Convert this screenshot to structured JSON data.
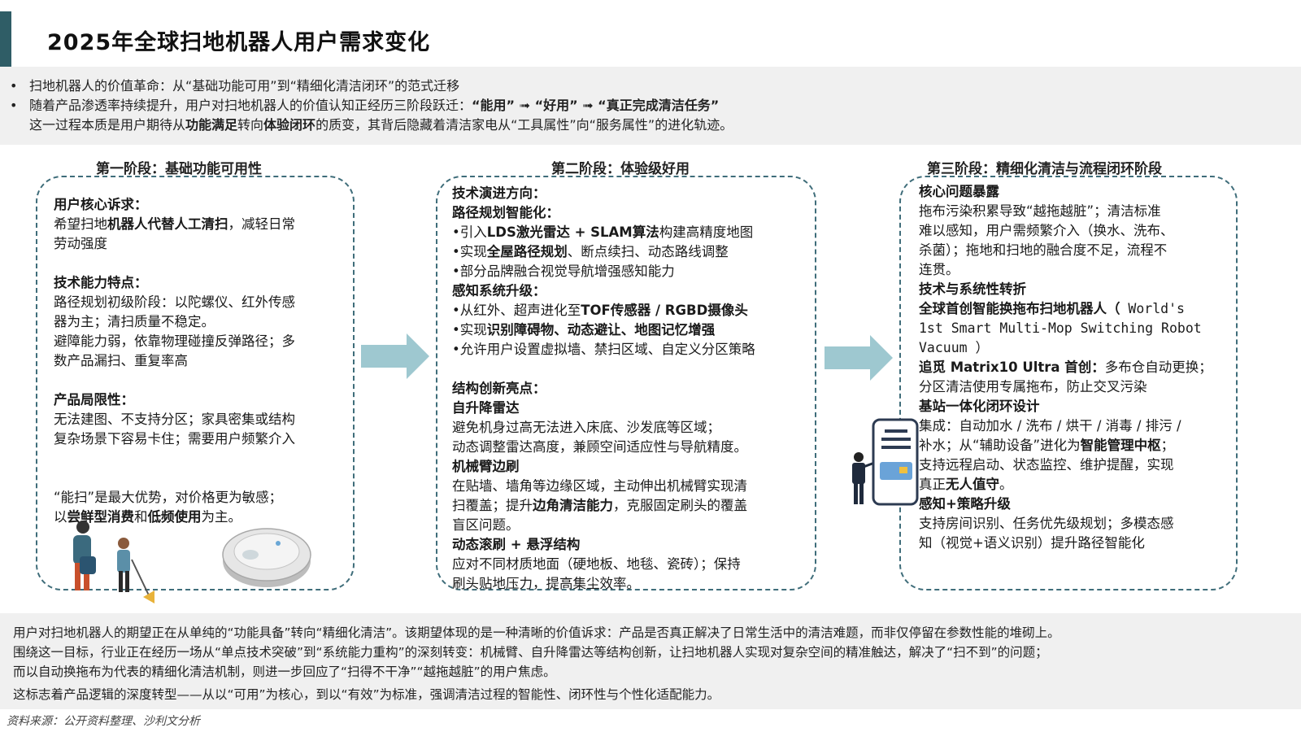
{
  "title": "2025年全球扫地机器人用户需求变化",
  "intro": {
    "line1": "扫地机器人的价值革命：从“基础功能可用”到“精细化清洁闭环”的范式迁移",
    "line2_a": "随着产品渗透率持续提升，用户对扫地机器人的价值认知正经历三阶段跃迁：",
    "line2_b": "“能用” ➟ “好用” ➟ “真正完成清洁任务”",
    "line3_a": "这一过程本质是用户期待从",
    "line3_b": "功能满足",
    "line3_c": "转向",
    "line3_d": "体验闭环",
    "line3_e": "的质变，其背后隐藏着清洁家电从“工具属性”向“服务属性”的进化轨迹。"
  },
  "stage1": {
    "title": "第一阶段：基础功能可用性",
    "h1": "用户核心诉求：",
    "p1a": "希望扫地",
    "p1b": "机器人代替人工清扫",
    "p1c": "，减轻日常",
    "p1d": "劳动强度",
    "h2": "技术能力特点：",
    "p2a": "路径规划初级阶段：以陀螺仪、红外传感",
    "p2b": "器为主；清扫质量不稳定。",
    "p2c": "避障能力弱，依靠物理碰撞反弹路径；多",
    "p2d": "数产品漏扫、重复率高",
    "h3": "产品局限性：",
    "p3a": "无法建图、不支持分区；家具密集或结构",
    "p3b": "复杂场景下容易卡住；需要用户频繁介入",
    "p4a": "“能扫”是最大优势，对价格更为敏感；",
    "p4b": "以",
    "p4c": "尝鲜型消费",
    "p4d": "和",
    "p4e": "低频使用",
    "p4f": "为主。"
  },
  "stage2": {
    "title": "第二阶段：体验级好用",
    "h1": "技术演进方向：",
    "h2": "路径规划智能化：",
    "l1a": "•引入",
    "l1b": "LDS激光雷达 + SLAM算法",
    "l1c": "构建高精度地图",
    "l2a": "•实现",
    "l2b": "全屋路径规划",
    "l2c": "、断点续扫、动态路线调整",
    "l3": "•部分品牌融合视觉导航增强感知能力",
    "h3": "感知系统升级：",
    "l4a": "•从红外、超声进化至",
    "l4b": "TOF传感器 / RGBD摄像头",
    "l5a": "•实现",
    "l5b": "识别障碍物、动态避让、地图记忆增强",
    "l6": "•允许用户设置虚拟墙、禁扫区域、自定义分区策略",
    "h4": "结构创新亮点：",
    "h5": "自升降雷达",
    "p5a": "避免机身过高无法进入床底、沙发底等区域；",
    "p5b": "动态调整雷达高度，兼顾空间适应性与导航精度。",
    "h6": "机械臂边刷",
    "p6a": "在贴墙、墙角等边缘区域，主动伸出机械臂实现清",
    "p6b1": "扫覆盖；提升",
    "p6b2": "边角清洁能力",
    "p6b3": "，克服固定刷头的覆盖",
    "p6c": "盲区问题。",
    "h7": "动态滚刷 + 悬浮结构",
    "p7a": "应对不同材质地面（硬地板、地毯、瓷砖）；保持",
    "p7b": "刷头贴地压力，提高集尘效率。"
  },
  "stage3": {
    "title": "第三阶段：精细化清洁与流程闭环阶段",
    "h1": "核心问题暴露",
    "p1a": "拖布污染积累导致“越拖越脏”；清洁标准",
    "p1b": "难以感知，用户需频繁介入（换水、洗布、",
    "p1c": "杀菌）；拖地和扫地的融合度不足，流程不",
    "p1d": "连贯。",
    "h2": "技术与系统性转折",
    "p2a": "全球首创智能换拖布扫地机器人（",
    "p2a_en": " World's",
    "p2b": "1st Smart Multi-Mop Switching Robot",
    "p2c": "Vacuum ）",
    "p3a": "追觅 Matrix10 Ultra 首创：",
    "p3b": "多布仓自动更换；",
    "p3c": "分区清洁使用专属拖布，防止交叉污染",
    "h3": " 基站一体化闭环设计",
    "p4a": "集成：自动加水 / 洗布 / 烘干 / 消毒 / 排污 /",
    "p4b1": "补水；从“辅助设备”进化为",
    "p4b2": "智能管理中枢",
    "p4b3": "；",
    "p4c": "支持远程启动、状态监控、维护提醒，实现",
    "p4d1": "真正",
    "p4d2": "无人值守",
    "p4d3": "。",
    "h4": "感知+策略升级",
    "p5a": "支持房间识别、任务优先级规划；多模态感",
    "p5b": "知（视觉+语义识别）提升路径智能化"
  },
  "summary": {
    "l1": "用户对扫地机器人的期望正在从单纯的“功能具备”转向“精细化清洁”。该期望体现的是一种清晰的价值诉求：产品是否真正解决了日常生活中的清洁难题，而非仅停留在参数性能的堆砌上。",
    "l2": "围绕这一目标，行业正在经历一场从“单点技术突破”到“系统能力重构”的深刻转变：机械臂、自升降雷达等结构创新，让扫地机器人实现对复杂空间的精准触达，解决了“扫不到”的问题；",
    "l3": "而以自动换拖布为代表的精细化清洁机制，则进一步回应了“扫得不干净”“越拖越脏”的用户焦虑。",
    "l4": "这标志着产品逻辑的深度转型——从以“可用”为核心，到以“有效”为标准，强调清洁过程的智能性、闭环性与个性化适配能力。"
  },
  "source": "资料来源：公开资料整理、沙利文分析",
  "colors": {
    "accent": "#2f5d66",
    "dash": "#3f6d7a",
    "arrow": "#9ec8d0",
    "panel": "#f0f0f0"
  }
}
